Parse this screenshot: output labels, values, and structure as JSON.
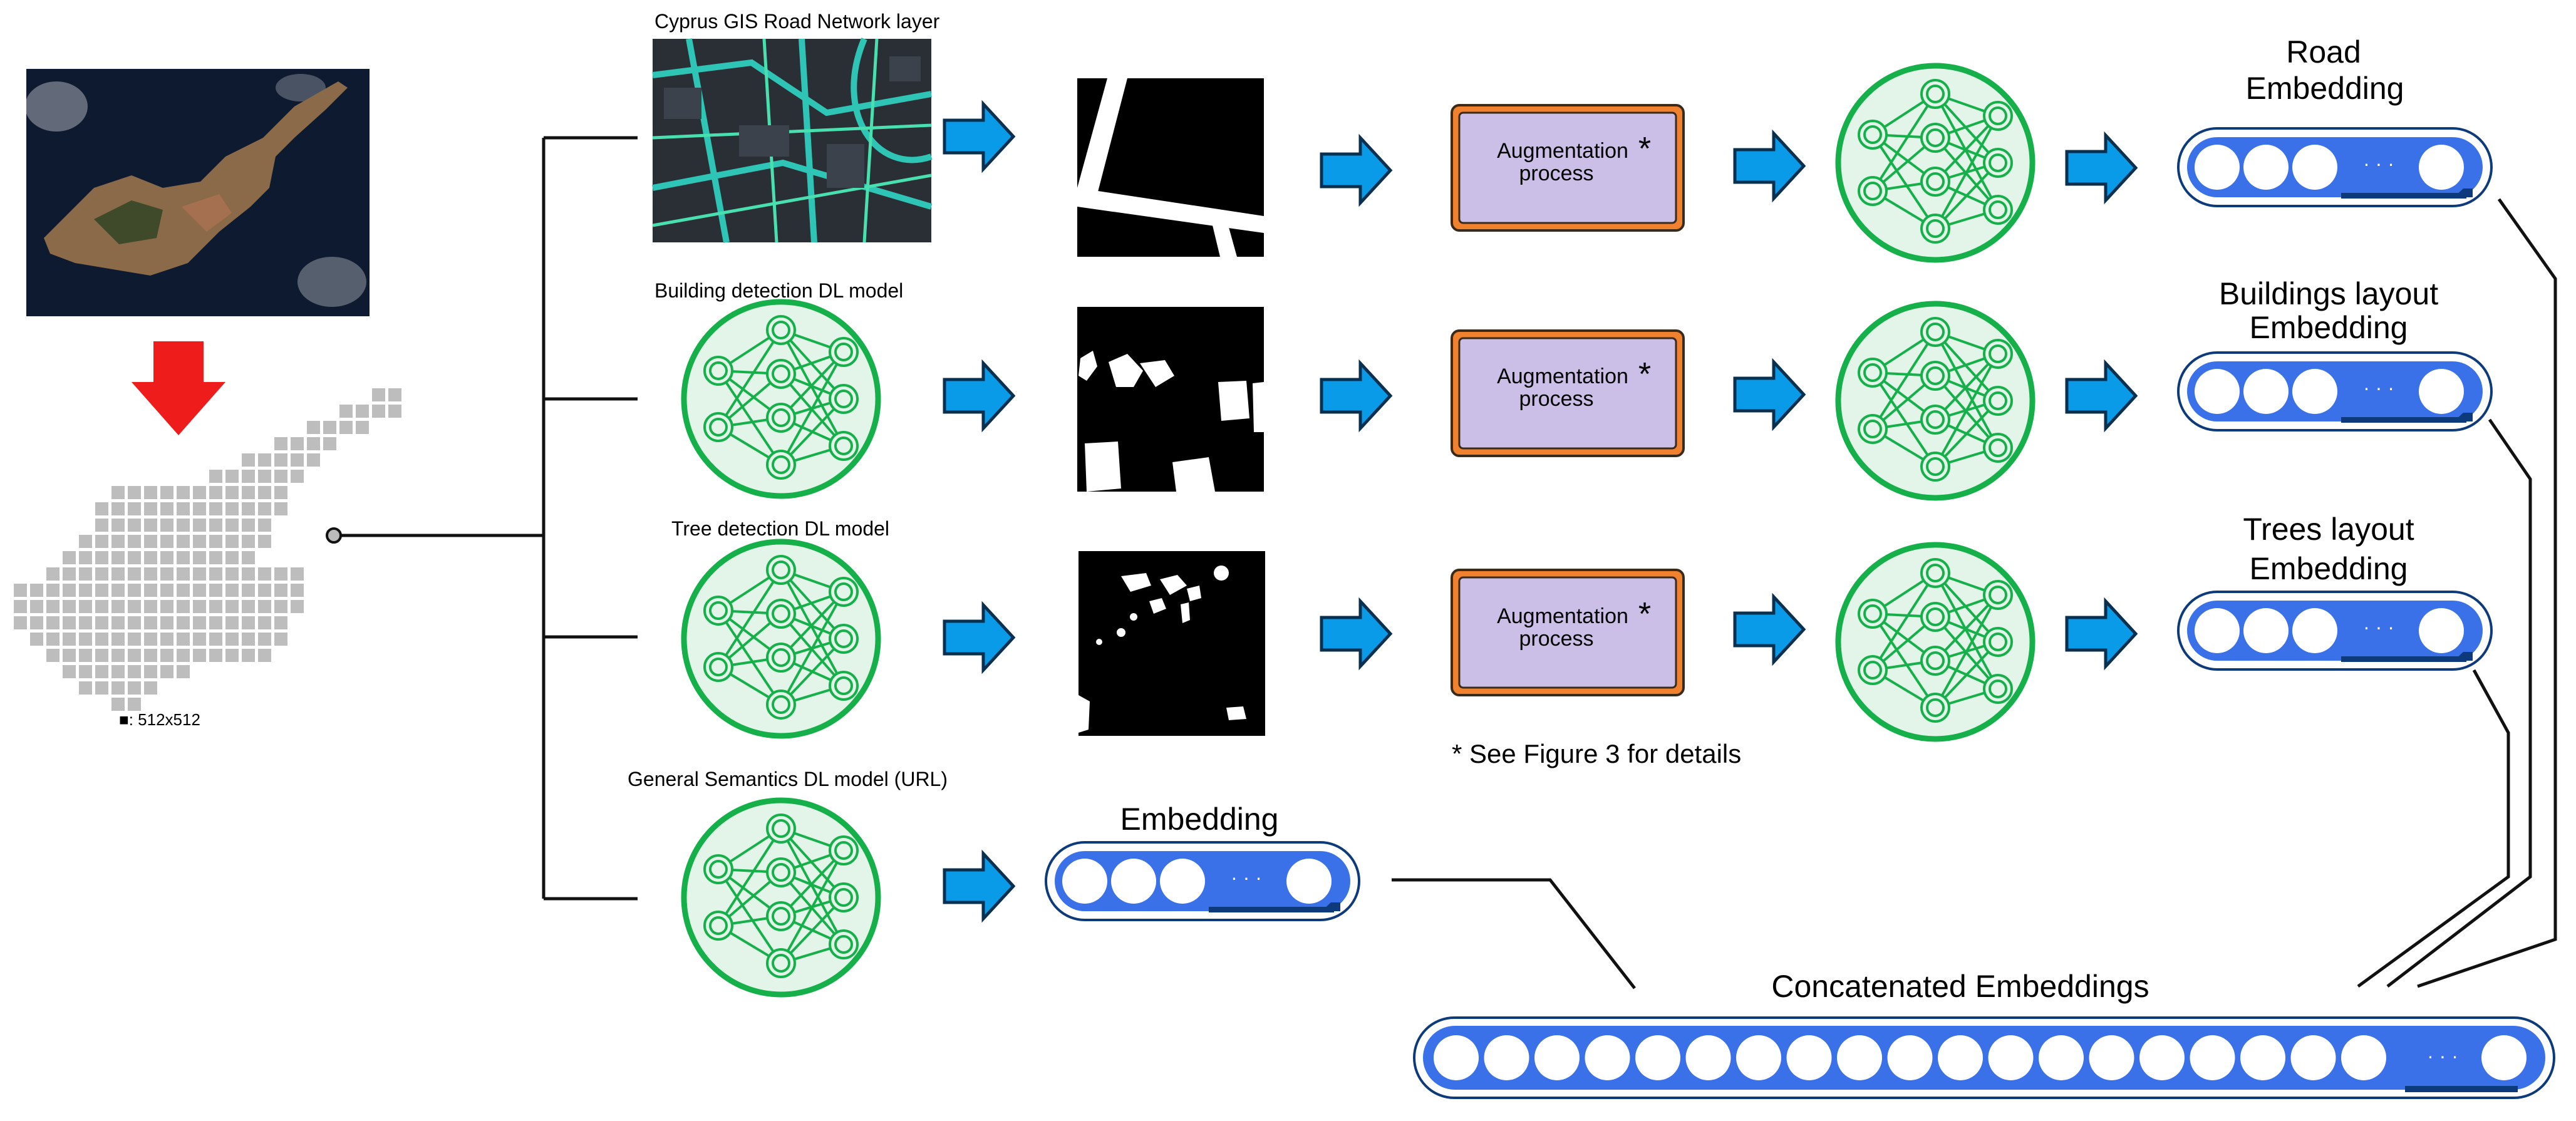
{
  "labels": {
    "road_layer": "Cyprus GIS Road Network layer",
    "building_model": "Building detection DL model",
    "tree_model": "Tree detection DL model",
    "semantics_model": "General Semantics DL model (URL)",
    "grid_note": "■: 512x512",
    "footnote": "* See Figure 3 for details"
  },
  "augmentation": {
    "line1": "Augmentation",
    "line2": "process",
    "star": "*"
  },
  "embeddings": {
    "road": {
      "line1": "Road",
      "line2": "Embedding"
    },
    "buildings": {
      "line1": "Buildings layout",
      "line2": "Embedding"
    },
    "trees": {
      "line1": "Trees layout",
      "line2": "Embedding"
    },
    "semantic": {
      "line1": "Embedding"
    },
    "concat": {
      "line1": "Concatenated Embeddings"
    }
  },
  "ellipsis": "· · ·",
  "colors": {
    "arrow_blue": "#0a9be8",
    "red_arrow": "#ef1c1c",
    "nn_green": "#16b04a",
    "nn_fill": "#e3f4e8",
    "aug_fill": "#cbbfe8",
    "aug_border": "#f0812e",
    "emb_blue": "#3a70e8",
    "emb_dark": "#0c3a7a",
    "map_gray": "#bdbdbd"
  }
}
